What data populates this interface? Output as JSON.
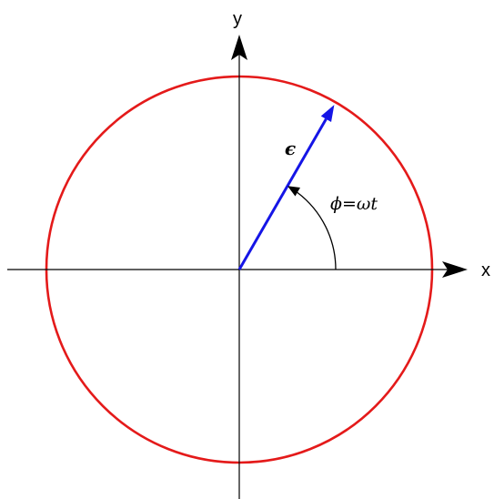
{
  "diagram": {
    "axes": {
      "x_label": "x",
      "y_label": "y"
    },
    "vector": {
      "label": "ϵ",
      "angle_deg": 60
    },
    "angle_label": "ϕ=ωt",
    "colors": {
      "circle": "#e41a1a",
      "vector": "#1515e6",
      "axes": "#000000",
      "angle_arc": "#000000"
    }
  }
}
